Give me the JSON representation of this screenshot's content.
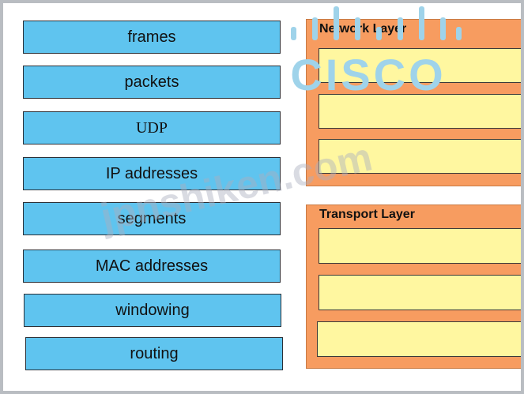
{
  "items": [
    {
      "label": "frames"
    },
    {
      "label": "packets"
    },
    {
      "label": "UDP"
    },
    {
      "label": "IP addresses"
    },
    {
      "label": "segments"
    },
    {
      "label": "MAC addresses"
    },
    {
      "label": "windowing"
    },
    {
      "label": "routing"
    }
  ],
  "network_layer": {
    "title": "Network Layer"
  },
  "transport_layer": {
    "title": "Transport Layer"
  },
  "logo": {
    "text": "CISCO",
    "color": "#9fd3ea"
  },
  "watermark": {
    "text": "jpnshiken.com"
  },
  "colors": {
    "item_fill": "#5fc4ef",
    "panel_fill": "#f79c60",
    "slot_fill": "#fff7a0"
  }
}
